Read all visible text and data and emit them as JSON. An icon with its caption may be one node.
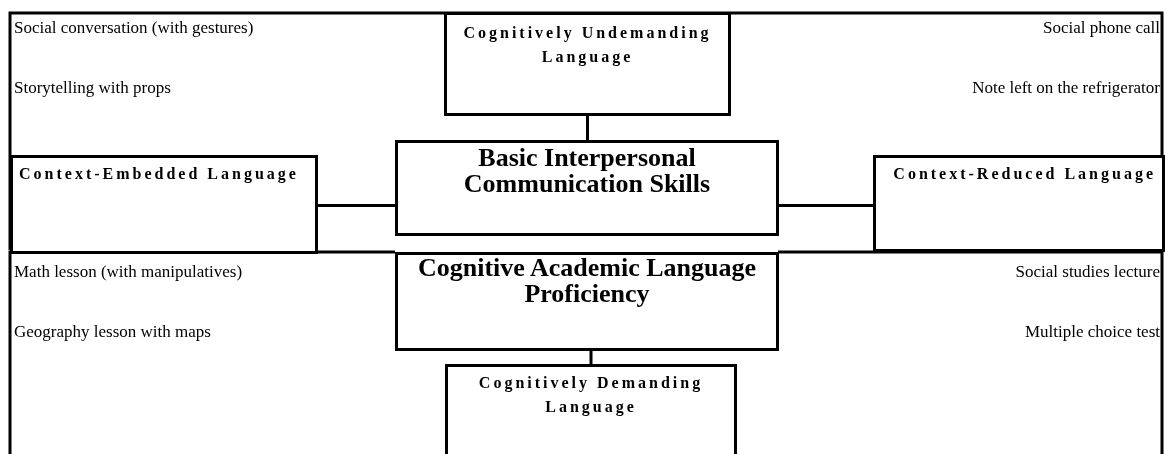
{
  "diagram": {
    "nodes": [
      {
        "text": [
          "Cognitively Undemanding Language"
        ]
      },
      {
        "text": [
          "Context-Embedded Language"
        ]
      },
      {
        "text": [
          "Basic Interpersonal Communication Skills"
        ]
      },
      {
        "text": [
          "Context-Reduced Language"
        ]
      },
      {
        "text": [
          "Cognitive Academic Language Proficiency"
        ]
      },
      {
        "text": [
          "Cognitively Demanding Language"
        ]
      }
    ],
    "edges": [
      {
        "from": 0,
        "to": 2,
        "arrow": "none"
      },
      {
        "from": 1,
        "to": 2,
        "arrow": "none"
      },
      {
        "from": 2,
        "to": 3,
        "arrow": "none"
      },
      {
        "from": 4,
        "to": 5,
        "arrow": "none"
      }
    ],
    "labels": [
      "Social conversation (with gestures)",
      "Social phone call",
      "Storytelling with props",
      "Note left on the refrigerator",
      "Math lesson (with manipulatives)",
      "Social studies lecture",
      "Geography lesson with maps",
      "Multiple choice test"
    ]
  }
}
